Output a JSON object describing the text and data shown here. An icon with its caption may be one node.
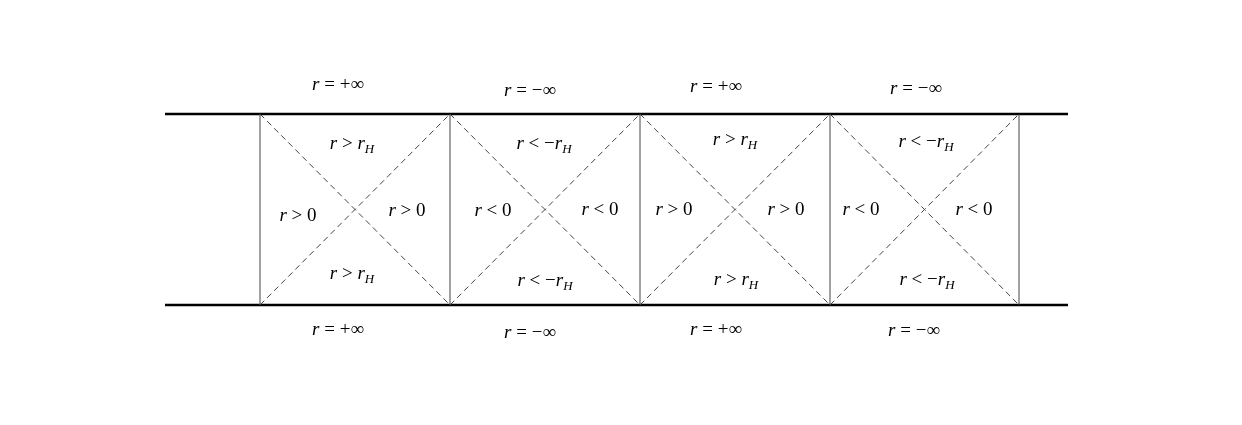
{
  "diagram": {
    "labels": [
      "*r* = +∞",
      "*r* = −∞",
      "*r* = +∞",
      "*r* = −∞",
      "*r* > *r*$_{H}$",
      "*r* < −*r*$_{H}$",
      "*r* > *r*$_{H}$",
      "*r* < −*r*$_{H}$",
      "*r* > 0",
      "*r* > 0",
      "*r* < 0",
      "*r* < 0",
      "*r* > 0",
      "*r* > 0",
      "*r* < 0",
      "*r* < 0",
      "*r* > *r*$_{H}$",
      "*r* < −*r*$_{H}$",
      "*r* > *r*$_{H}$",
      "*r* < −*r*$_{H}$",
      "*r* = +∞",
      "*r* = −∞",
      "*r* = +∞",
      "*r* = −∞"
    ]
  }
}
